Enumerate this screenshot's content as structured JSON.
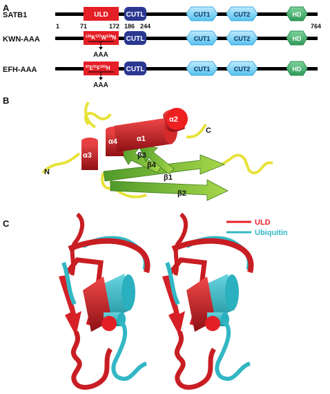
{
  "panels": {
    "a": "A",
    "b": "B",
    "c": "C"
  },
  "constructs": [
    {
      "name": "SATB1"
    },
    {
      "name": "KWN-AAA"
    },
    {
      "name": "EFH-AAA"
    }
  ],
  "domains": {
    "uld": "ULD",
    "cutl": "CUTL",
    "cut1": "CUT1",
    "cut2": "CUT2",
    "hd": "HD"
  },
  "positions": [
    "1",
    "71",
    "172",
    "186",
    "244",
    "764"
  ],
  "mutations": {
    "kwn": {
      "k": "K",
      "k_pos": "136",
      "w": "W",
      "w_pos": "137",
      "n": "N",
      "n_pos": "138"
    },
    "efh": {
      "e": "E",
      "e_pos": "87",
      "f": "F",
      "f_pos": "91",
      "h": "H",
      "h_pos": "163"
    }
  },
  "aaa_label": "AAA",
  "structure_labels": {
    "a1": "α1",
    "a2": "α2",
    "a3": "α3",
    "a4": "α4",
    "b1": "β1",
    "b2": "β2",
    "b3": "β3",
    "b4": "β4",
    "n": "N",
    "c": "C"
  },
  "legend": [
    {
      "label": "ULD",
      "color": "#e8202a"
    },
    {
      "label": "Ubiquitin",
      "color": "#33b7c4"
    }
  ],
  "colors": {
    "uld": "#e41f26",
    "cutl": "#2b3892",
    "cut": "#7fd3f5",
    "cut_border": "#3aa7dc",
    "hd": "#3eb06f",
    "helix": "#c81e23",
    "sheet": "#8cc63f",
    "loop": "#e8e23a",
    "ubiquitin": "#33b7c4"
  }
}
